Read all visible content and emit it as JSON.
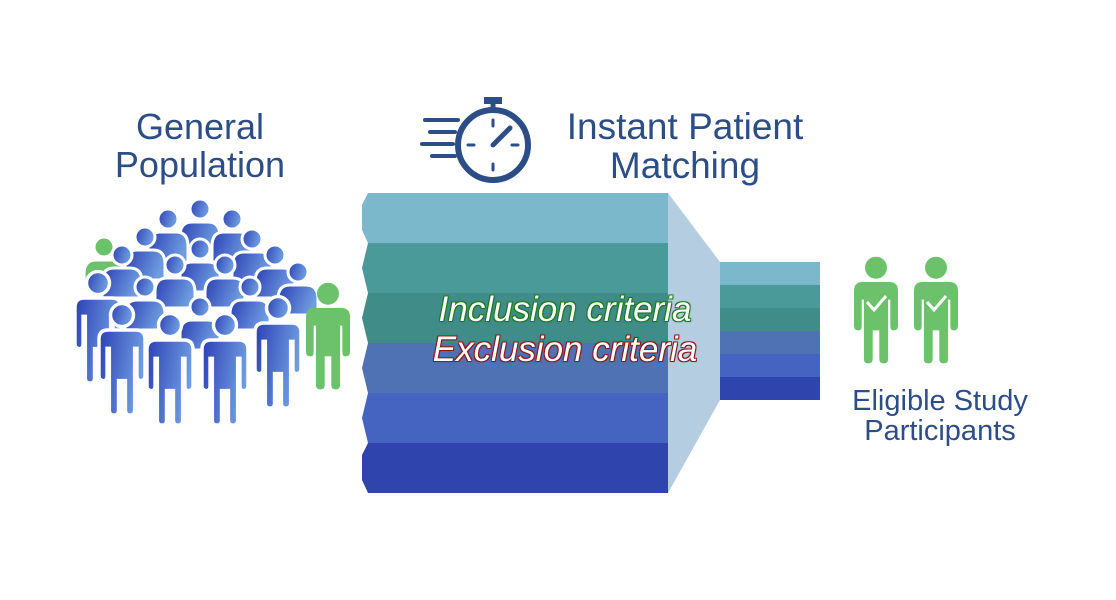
{
  "labels": {
    "general_population": "General Population",
    "instant_matching": "Instant Patient Matching",
    "eligible": "Eligible Study Participants",
    "inclusion": "Inclusion criteria",
    "exclusion": "Exclusion criteria"
  },
  "icons": [
    "crowd-icon",
    "stopwatch-icon",
    "funnel-icon",
    "checked-person-icon"
  ],
  "colors": {
    "text": "#2d4d86",
    "green": "#6cc26a",
    "blue_dark": "#2f44ad",
    "teal": "#4a9a9a",
    "light_blue": "#7bb8cc"
  }
}
